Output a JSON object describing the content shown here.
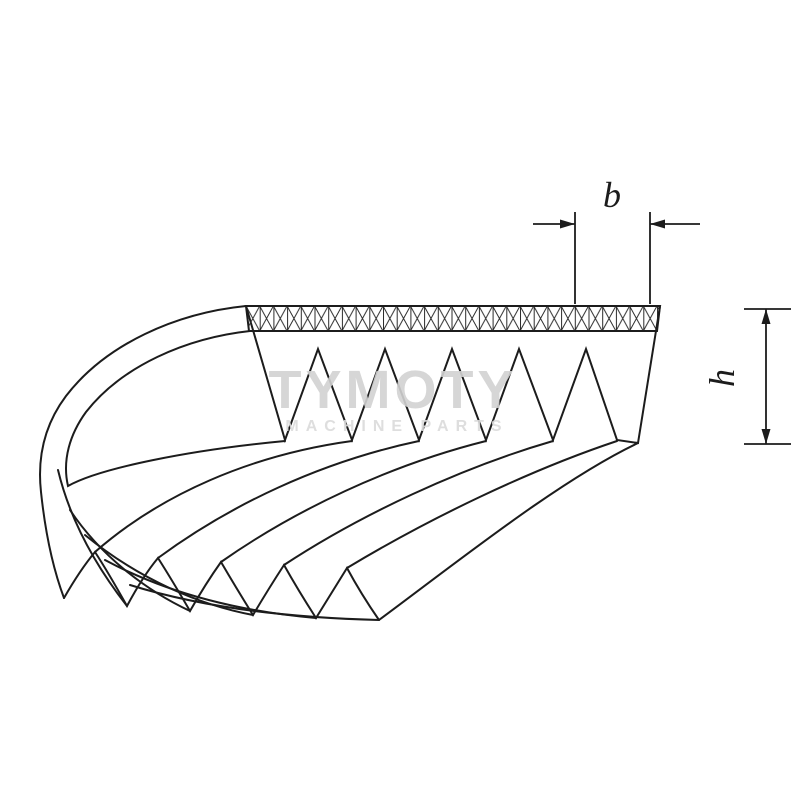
{
  "colors": {
    "background": "#ffffff",
    "line": "#1c1c1c",
    "hatch": "#2a2a2a",
    "watermark_title": "#d2d2d2",
    "watermark_subtitle": "#dbdbdb"
  },
  "dimensions": {
    "b_label": "b",
    "h_label": "h"
  },
  "watermark": {
    "title": "TYMOTY",
    "subtitle": "MACHINE PARTS"
  }
}
